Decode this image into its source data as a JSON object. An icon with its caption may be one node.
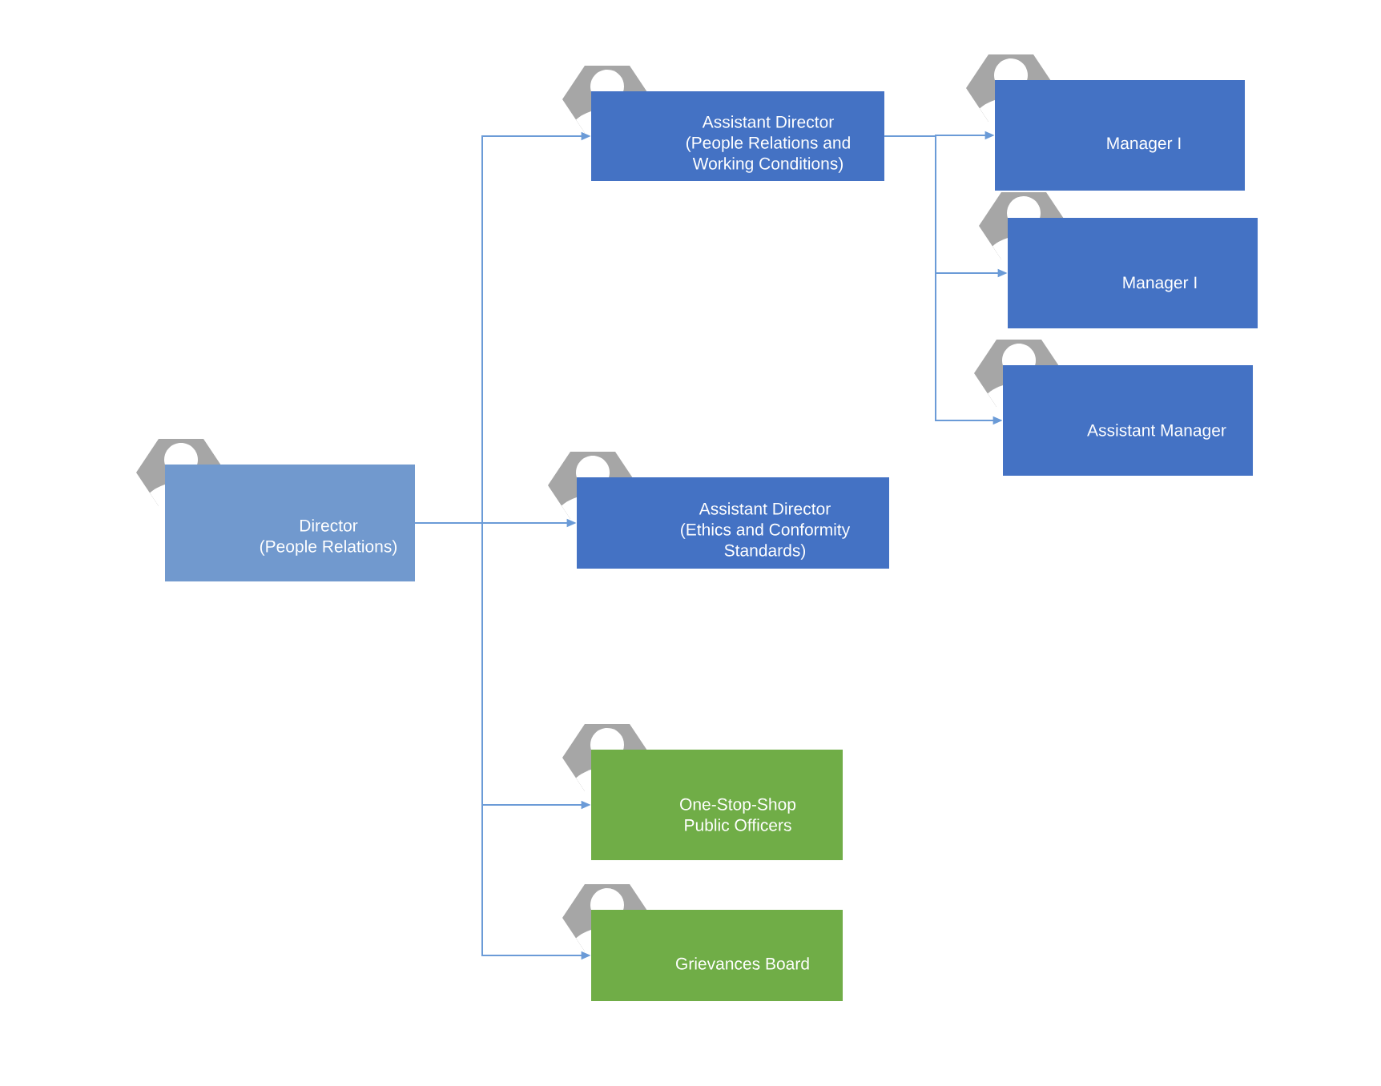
{
  "diagram": {
    "nodes": [
      {
        "text": [
          "Director",
          "(People Relations)"
        ]
      },
      {
        "text": [
          "Assistant Director",
          "(People Relations and Working Conditions)"
        ]
      },
      {
        "text": [
          "Manager I"
        ]
      },
      {
        "text": [
          "Manager I"
        ]
      },
      {
        "text": [
          "Assistant Manager"
        ]
      },
      {
        "text": [
          "Assistant Director",
          "(Ethics and Conformity Standards)"
        ]
      },
      {
        "text": [
          "One-Stop-Shop Public Officers"
        ]
      },
      {
        "text": [
          "Grievances Board"
        ]
      }
    ],
    "edges": [
      {
        "from": 0,
        "to": 1,
        "arrow": "to"
      },
      {
        "from": 0,
        "to": 5,
        "arrow": "to"
      },
      {
        "from": 0,
        "to": 6,
        "arrow": "to"
      },
      {
        "from": 0,
        "to": 7,
        "arrow": "to"
      },
      {
        "from": 1,
        "to": 2,
        "arrow": "to"
      },
      {
        "from": 1,
        "to": 3,
        "arrow": "to"
      },
      {
        "from": 1,
        "to": 4,
        "arrow": "to"
      }
    ]
  }
}
